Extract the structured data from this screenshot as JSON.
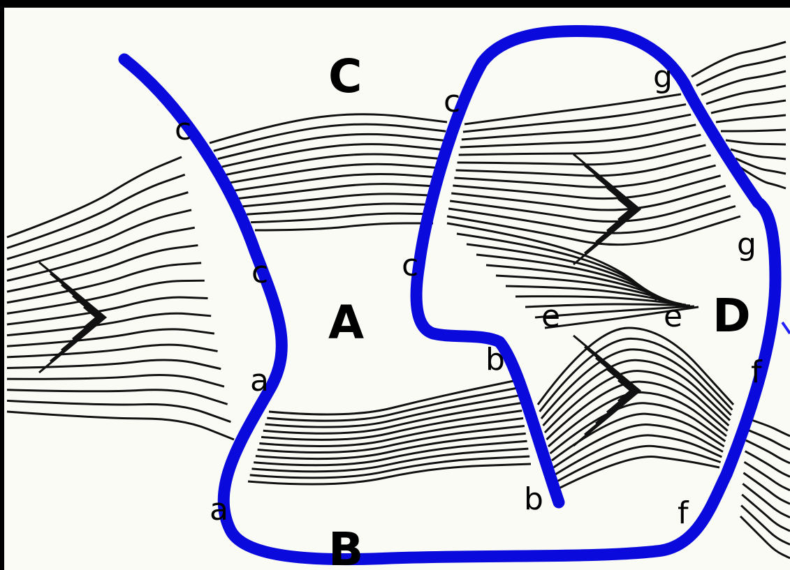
{
  "labels": {
    "A": "A",
    "B": "B",
    "C": "C",
    "D": "D",
    "e1": "e",
    "e2": "e",
    "c1": "c",
    "c2": "c",
    "c3": "c",
    "c4": "c",
    "g1": "g",
    "g2": "g",
    "b1": "b",
    "b2": "b",
    "a1": "a",
    "a2": "a",
    "f1": "f",
    "f2": "f"
  },
  "colors": {
    "background": "#fbfbf6",
    "hatch": "#111111",
    "outline": "#0a0adc"
  }
}
